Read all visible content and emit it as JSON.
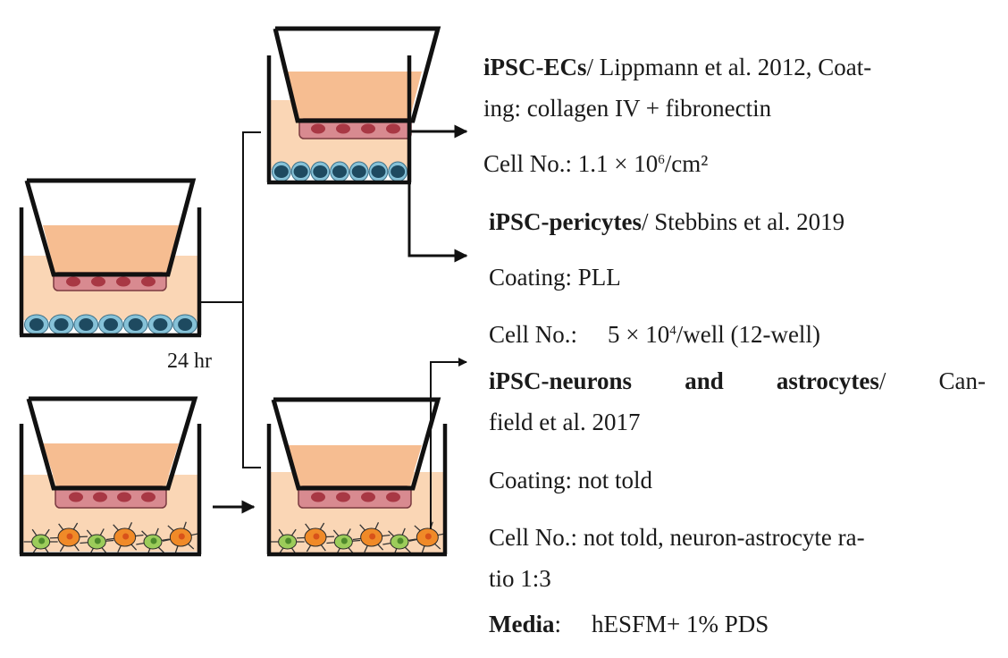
{
  "label_time": "24 hr",
  "ec": {
    "title": "iPSC-ECs",
    "ref": "/ Lippmann et al. 2012, Coat-",
    "ref2": "ing: collagen IV + fibronectin",
    "cell_prefix": "Cell No.: 1.1 × 10",
    "cell_exp": "6",
    "cell_suffix": "/cm²"
  },
  "pericyte": {
    "title": "iPSC-pericytes",
    "ref": "/ Stebbins et al. 2019",
    "coating": "Coating: PLL",
    "cell_label": "Cell No.:",
    "cell_prefix": "5 × 10",
    "cell_exp": "4",
    "cell_suffix": "/well (12-well)"
  },
  "neuro": {
    "title_word1": "iPSC-neurons",
    "title_word2": "and",
    "title_word3": "astrocytes",
    "title_slash": "/",
    "ref_end": "Can-",
    "ref2": "field et al. 2017",
    "coating": "Coating: not told",
    "cell1": "Cell No.: not told, neuron-astrocyte ra-",
    "cell2": "tio 1:3"
  },
  "media": {
    "label": "Media",
    "colon": ":",
    "value": "hESFM+ 1% PDS"
  },
  "colors": {
    "medium": "#fad6b5",
    "insert_medium": "#f6bd91",
    "ec_cell": "#d88a90",
    "ec_nucleus": "#a83844",
    "pericyte_cell": "#86c2d8",
    "pericyte_nucleus": "#1e4a60",
    "astrocyte": "#f08a28",
    "neuron": "#9ccc5a",
    "outline": "#111111"
  }
}
